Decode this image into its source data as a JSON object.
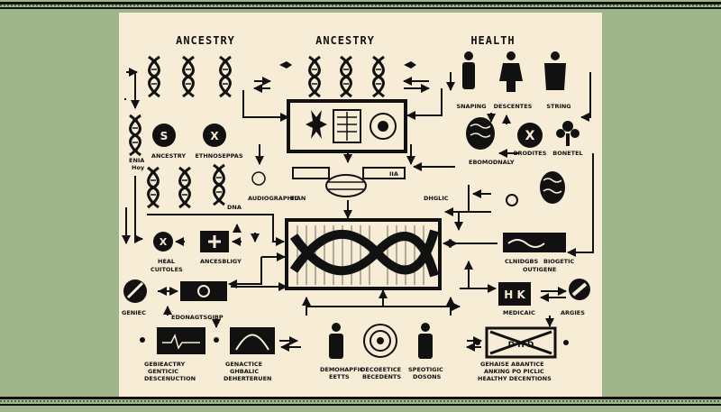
{
  "headers": {
    "left": "ANCESTRY",
    "center": "ANCESTRY",
    "right": "HEALTH"
  },
  "labels": {
    "enia": "ENIA",
    "hoy": "Hoy",
    "ancestry_small": "ANCESTRY",
    "ethnosepas": "ETHNOSEPPAS",
    "snaping": "SNAPING",
    "descentes": "DESCENTES",
    "string": "STRING",
    "ebomodnaly": "EBOMODNALY",
    "brodites": "BRODITES",
    "bonetel": "BONETEL",
    "audiographic": "AUDIOGRAPHIC",
    "tian": "TIAN",
    "dhglic": "DHGLIC",
    "dna": "DNA",
    "iia": "IIA",
    "heal": "HEAL",
    "cuitoles": "CUITOLES",
    "ancesbligy": "ANCESBLIGY",
    "clnidgbs": "CLNIDGBS",
    "biogetic": "BIOGETIC",
    "outignie": "OUTIGENE",
    "geniec": "GENIEC",
    "edonagtsgibp": "EDONAGTSGIBP",
    "medicaic": "MEDICAIC",
    "argies": "ARGIES",
    "hk": "H K",
    "gbi1": "GEBIEACTRY",
    "gbi2": "GENTICIC",
    "gbi3": "DESCENUCTION",
    "gen1": "GENACTICE",
    "gen2": "GHBALIC",
    "gen3": "DEHERTERUEN",
    "dem1": "DEMOHAPFIC",
    "dem2": "EETTS",
    "desc1": "DECOEETICE",
    "desc2": "BECEDENTS",
    "spec1": "SPEOTIGIC",
    "spec2": "DOSONS",
    "right1": "GEHAISE ABANTICE",
    "right2": "ANKING PO PICLIC",
    "right3": "HEALTHY DECENTIONS",
    "xdhx": "D H D"
  },
  "colors": {
    "sage": "#9fb58c",
    "paper": "#f7ecd6",
    "ink": "#111111"
  }
}
